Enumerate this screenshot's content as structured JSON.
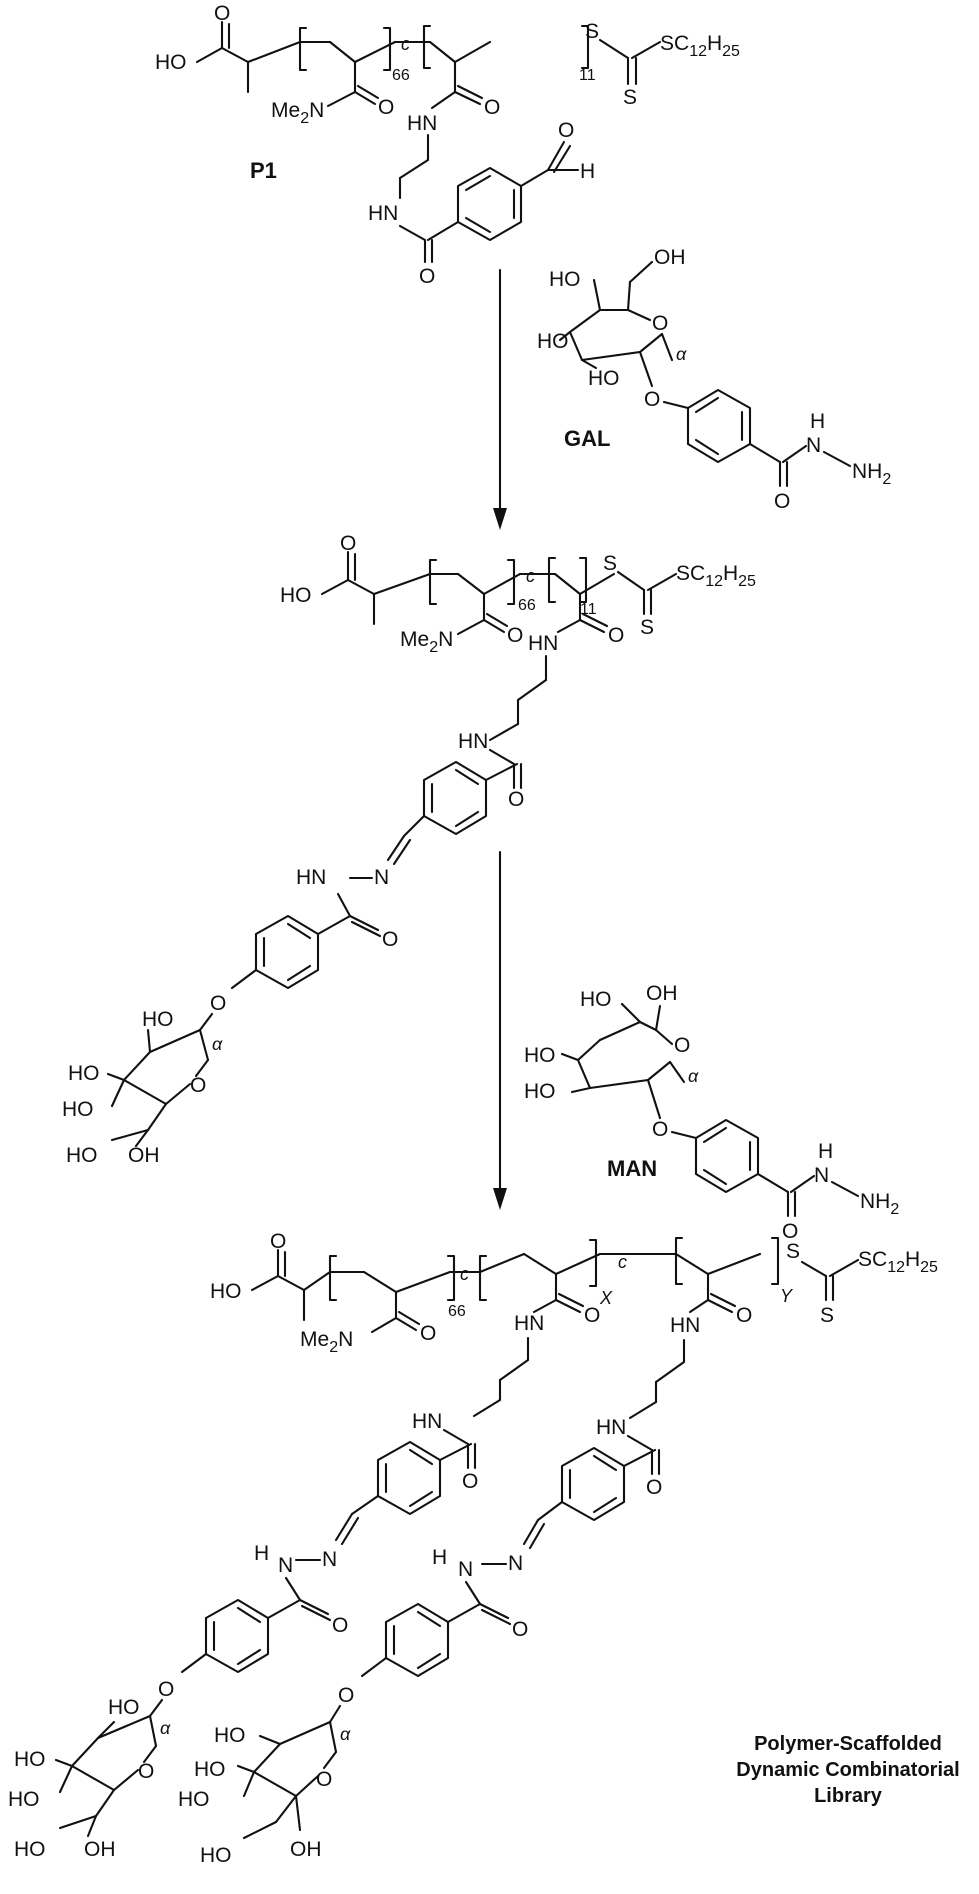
{
  "compounds": {
    "p1": "P1",
    "gal": "GAL",
    "man": "MAN"
  },
  "atoms": {
    "ho": "HO",
    "oh": "OH",
    "o": "O",
    "s": "S",
    "h": "H",
    "hn": "HN",
    "nh": "NH",
    "n": "N",
    "sc12h25": "SC",
    "sub12": "12",
    "h25": "H",
    "sub25": "25",
    "me2n": "Me",
    "sub2": "2",
    "n_after": "N",
    "nh2": "NH",
    "copoly": "c"
  },
  "repeat_counts": {
    "dma": "66",
    "p1_active": "11",
    "x": "X",
    "y": "Y"
  },
  "caption": {
    "line1": "Polymer-Scaffolded",
    "line2": "Dynamic Combinatorial",
    "line3": "Library"
  },
  "colors": {
    "ink": "#111111",
    "background": "#ffffff"
  }
}
